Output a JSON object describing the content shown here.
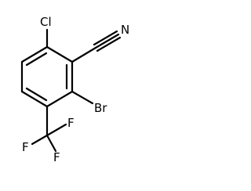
{
  "molecule": {
    "atoms": {
      "chlorine": "Cl",
      "nitrogen": "N",
      "bromine": "Br",
      "fluorine_top": "F",
      "fluorine_left": "F",
      "fluorine_bottom": "F"
    }
  }
}
